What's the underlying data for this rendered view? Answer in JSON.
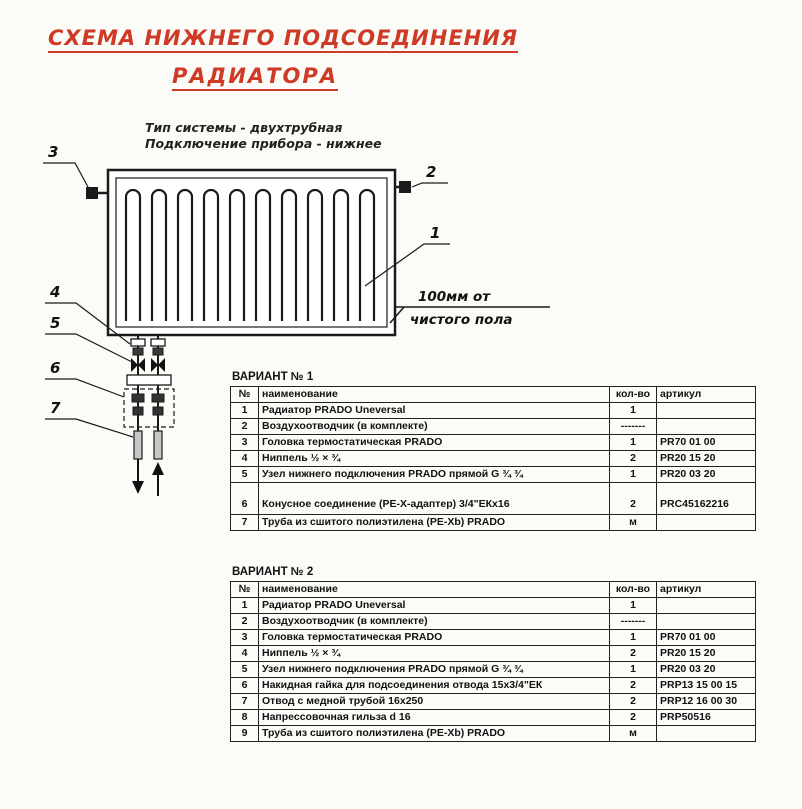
{
  "title": {
    "line1": "СХЕМА НИЖНЕГО ПОДСОЕДИНЕНИЯ",
    "line2": "РАДИАТОРА"
  },
  "subtitle": {
    "line1": "Тип системы - двухтрубная",
    "line2": "Подключение прибора - нижнее"
  },
  "diagram": {
    "callouts": [
      "1",
      "2",
      "3",
      "4",
      "5",
      "6",
      "7"
    ],
    "floor_note": {
      "line1": "100мм от",
      "line2": "чистого пола"
    }
  },
  "colors": {
    "accent_red": "#cf3a27",
    "ink": "#1a1a1a"
  },
  "tables": [
    {
      "caption": "ВАРИАНТ № 1",
      "headers": [
        "№",
        "наименование",
        "кол-во",
        "артикул"
      ],
      "rows": [
        [
          "1",
          "Радиатор PRADO Uneversal",
          "1",
          ""
        ],
        [
          "2",
          "Воздухоотводчик (в комплекте)",
          "-------",
          ""
        ],
        [
          "3",
          "Головка термостатическая PRADO",
          "1",
          "PR70 01 00"
        ],
        [
          "4",
          "Ниппель ½ × ¾",
          "2",
          "PR20 15 20"
        ],
        [
          "5",
          "Узел нижнего подключения PRADO прямой G ¾ ¾",
          "1",
          "PR20 03 20"
        ],
        [
          "6",
          "Конусное соединение (PE-X-адаптер) 3/4\"ЕКх16",
          "2",
          "PRC45162216"
        ],
        [
          "7",
          "Труба из сшитого полиэтилена (PE-Xb) PRADO",
          "м",
          ""
        ]
      ]
    },
    {
      "caption": "ВАРИАНТ № 2",
      "headers": [
        "№",
        "наименование",
        "кол-во",
        "артикул"
      ],
      "rows": [
        [
          "1",
          "Радиатор PRADO Uneversal",
          "1",
          ""
        ],
        [
          "2",
          "Воздухоотводчик (в комплекте)",
          "-------",
          ""
        ],
        [
          "3",
          "Головка термостатическая PRADO",
          "1",
          "PR70 01 00"
        ],
        [
          "4",
          "Ниппель ½ × ¾",
          "2",
          "PR20 15 20"
        ],
        [
          "5",
          "Узел нижнего подключения PRADO прямой G ¾ ¾",
          "1",
          "PR20 03 20"
        ],
        [
          "6",
          "Накидная гайка для подсоединения отвода 15х3/4\"ЕК",
          "2",
          "PRP13 15 00 15"
        ],
        [
          "7",
          "Отвод с медной трубой 16х250",
          "2",
          "PRP12 16 00 30"
        ],
        [
          "8",
          "Напрессовочная гильза d 16",
          "2",
          "PRP50516"
        ],
        [
          "9",
          "Труба из сшитого полиэтилена (PE-Xb) PRADO",
          "м",
          ""
        ]
      ]
    }
  ]
}
